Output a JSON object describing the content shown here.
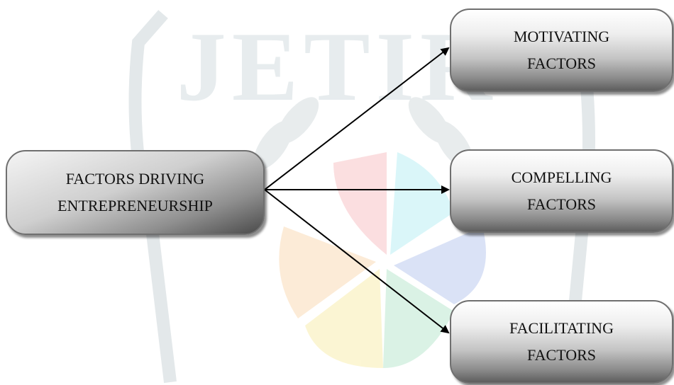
{
  "watermark": {
    "text": "JETIR"
  },
  "diagram": {
    "root": {
      "line1": "FACTORS DRIVING",
      "line2": "ENTREPRENEURSHIP"
    },
    "children": [
      {
        "line1": "MOTIVATING",
        "line2": "FACTORS"
      },
      {
        "line1": "COMPELLING",
        "line2": "FACTORS"
      },
      {
        "line1": "FACILITATING",
        "line2": "FACTORS"
      }
    ]
  }
}
